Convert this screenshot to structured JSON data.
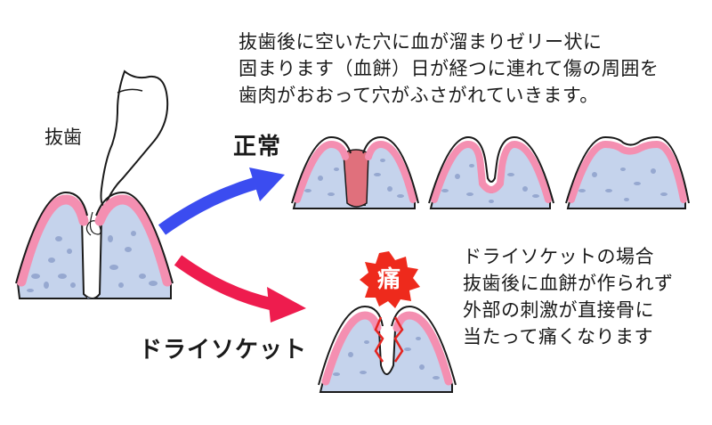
{
  "extraction_label": "抜歯",
  "normal_label": "正常",
  "dry_socket_label": "ドライソケット",
  "pain_badge": "痛",
  "normal_description": [
    "抜歯後に空いた穴に血が溜まりゼリー状に",
    "固まります（血餅）日が経つに連れて傷の周囲を",
    "歯肉がおおって穴がふさがれていきます。"
  ],
  "dry_socket_description": [
    "ドライソケットの場合",
    "抜歯後に血餅が作られず",
    "外部の刺激が直接骨に",
    "当たって痛くなります"
  ],
  "colors": {
    "gum": "#f48fb1",
    "bone": "#c5d3ec",
    "bone_dots": "#96a8d0",
    "blood_clot": "#e0707c",
    "normal_arrow": "#3b4cf0",
    "dry_arrow": "#ee1c4e",
    "pain_burst": "#ee2a1c",
    "outline": "#1a1a1a"
  }
}
